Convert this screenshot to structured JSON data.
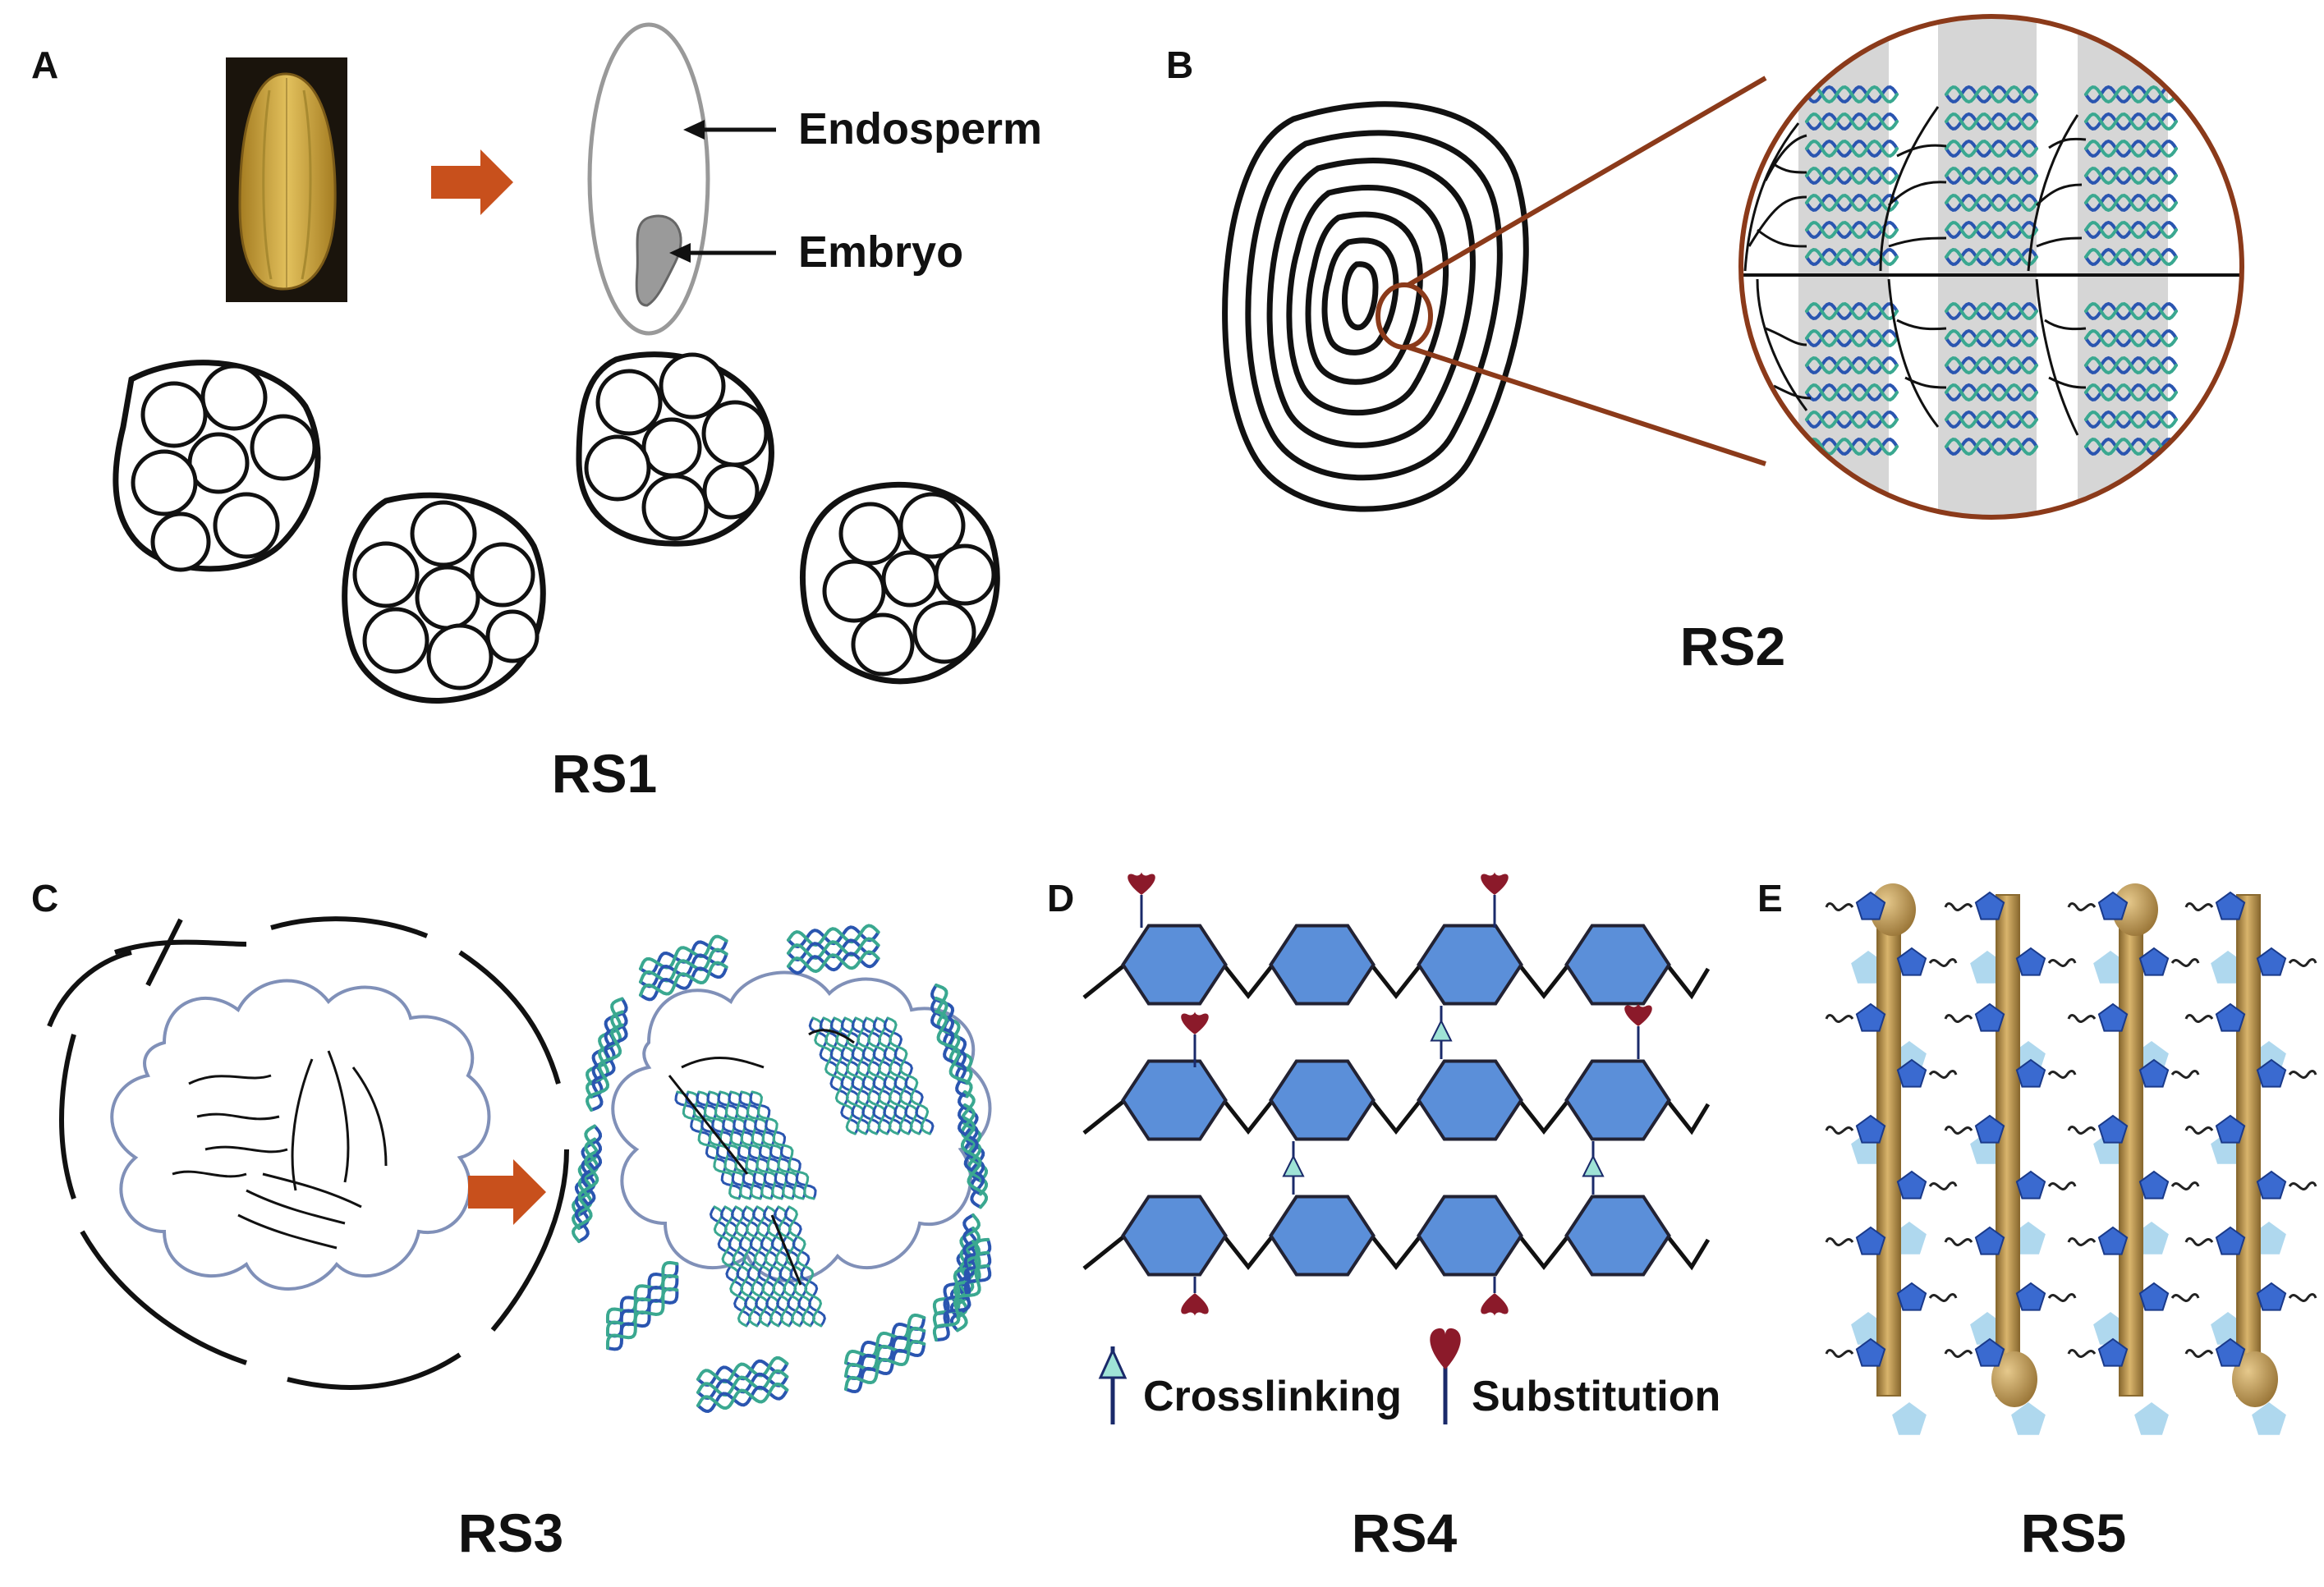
{
  "panels": {
    "a": {
      "letter": "A",
      "label": "RS1",
      "annotations": {
        "endosperm": "Endosperm",
        "embryo": "Embryo"
      }
    },
    "b": {
      "letter": "B",
      "label": "RS2"
    },
    "c": {
      "letter": "C",
      "label": "RS3"
    },
    "d": {
      "letter": "D",
      "label": "RS4",
      "legend": {
        "crosslinking": "Crosslinking",
        "substitution": "Substitution"
      }
    },
    "e": {
      "letter": "E",
      "label": "RS5"
    }
  },
  "colors": {
    "arrow": "#c8501c",
    "grain": "#c9a23a",
    "embryo": "#9a9a9a",
    "hexagon": "#5b8fd9",
    "helix_blue": "#2a55b0",
    "helix_teal": "#3aa890",
    "lens_ring": "#8b3a1a",
    "lens_band": "#d6d6d6",
    "substitution": "#8b1a2a",
    "crosslink": "#9fe3d6",
    "rod": "#c9a260",
    "rod_dark": "#8a6a30",
    "sugar_light": "#a6d4ec",
    "granule_outline": "#8090b8"
  }
}
